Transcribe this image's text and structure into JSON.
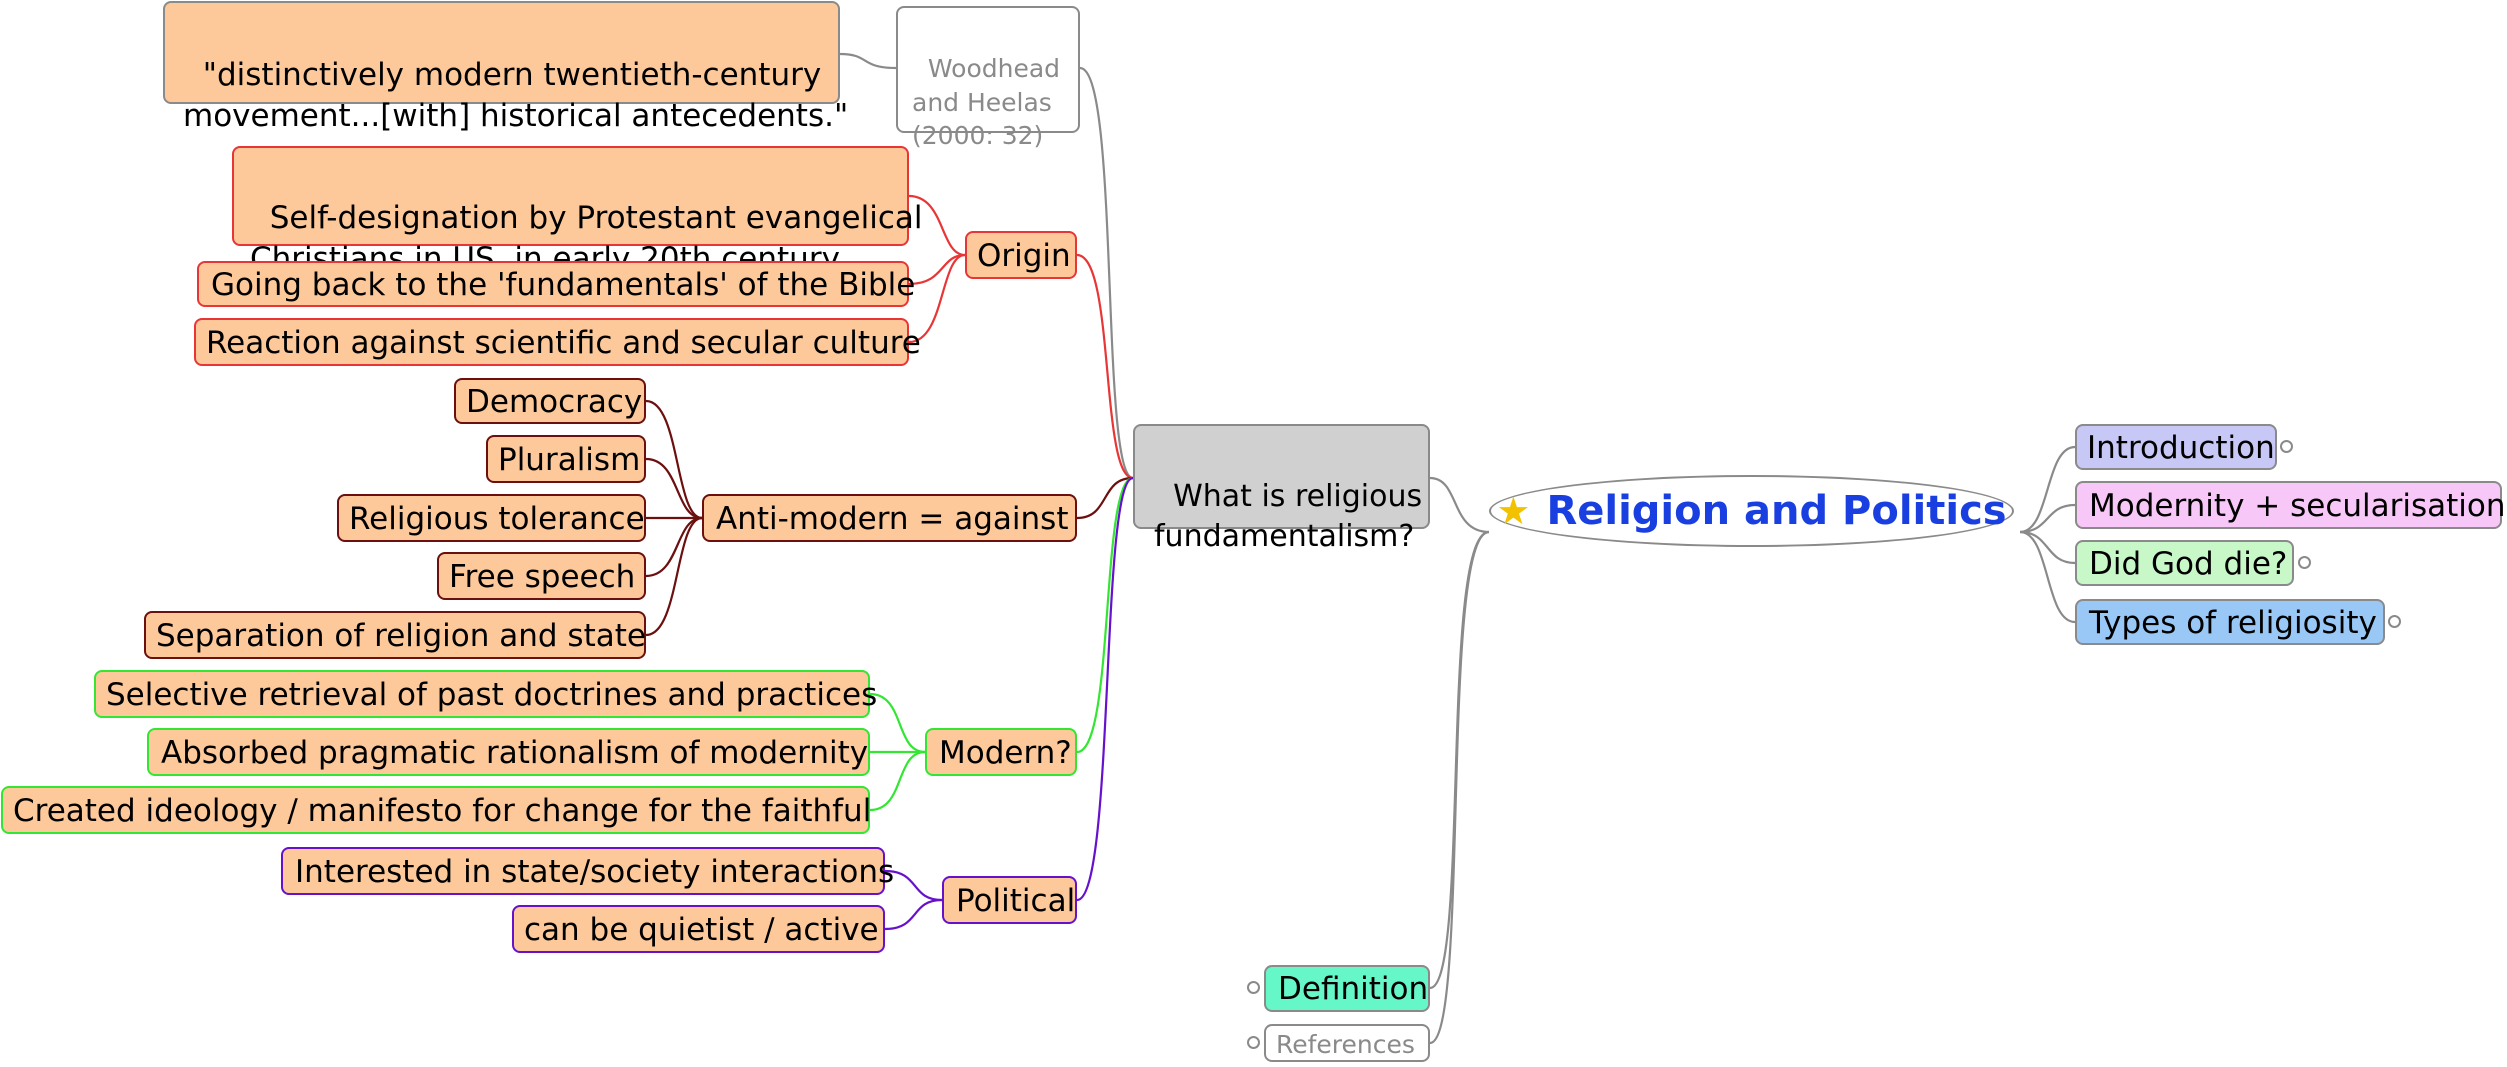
{
  "root": {
    "title": "Religion and Politics",
    "icon": "star-icon"
  },
  "right_topics": [
    {
      "label": "Introduction",
      "color": "#c8c8f7"
    },
    {
      "label": "Modernity + secularisation",
      "color": "#f7c8f7"
    },
    {
      "label": "Did God die?",
      "color": "#c8f7c8"
    },
    {
      "label": "Types of religiosity",
      "color": "#99c8f7"
    }
  ],
  "left_topics": {
    "fundamentalism": "What is religious\nfundamentalism?",
    "definition": "Definition",
    "references": "References"
  },
  "citation": {
    "source": "Woodhead\nand Heelas\n(2000: 32)",
    "quote": "\"distinctively modern twentieth-century\nmovement...[with] historical antecedents.\""
  },
  "origin": {
    "label": "Origin",
    "items": [
      "Self-designation by Protestant evangelical\nChristians in US, in early 20th century",
      "Going back to the 'fundamentals' of the Bible",
      "Reaction against scientific and secular culture"
    ]
  },
  "anti_modern": {
    "label": "Anti-modern = against",
    "items": [
      "Democracy",
      "Pluralism",
      "Religious tolerance",
      "Free speech",
      "Separation of religion and state"
    ]
  },
  "modern": {
    "label": "Modern?",
    "items": [
      "Selective retrieval of past doctrines and practices",
      "Absorbed pragmatic rationalism of modernity",
      "Created ideology / manifesto for change for the faithful"
    ]
  },
  "political": {
    "label": "Political",
    "items": [
      "Interested in state/society interactions",
      "can be quietist / active"
    ]
  },
  "colors": {
    "origin_line": "#e83636",
    "anti_modern_line": "#6b0f0f",
    "modern_line": "#33e633",
    "political_line": "#6611cc",
    "neutral_line": "#8a8a8a",
    "leaf_fill": "#fdc99a",
    "fundamentalism_fill": "#d0d0d0",
    "definition_fill": "#66f7c8",
    "root_text": "#1a3fe0"
  }
}
